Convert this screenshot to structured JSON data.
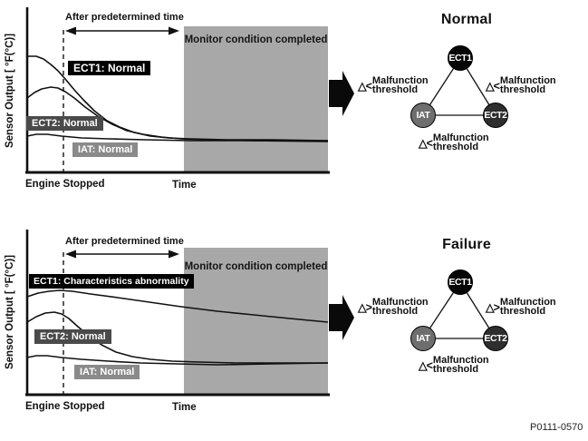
{
  "figure_id": "P0111-0570",
  "colors": {
    "monitor_region": "#a8a8a8",
    "line": "#111111",
    "ect1_node": "#060606",
    "iat_node": "#6e6e6e",
    "ect2_node": "#2e2e2e",
    "ect1_label_bg": "#000000",
    "ect2_label_bg": "#4a4a4a",
    "iat_label_bg": "#8a8a8a"
  },
  "top": {
    "graph": {
      "y_axis_label": "Sensor Output [ °F(°C)]",
      "after_time_label": "After predetermined time",
      "monitor_label": "Monitor condition completed",
      "curve_labels": {
        "ect1": "ECT1: Normal",
        "ect2": "ECT2: Normal",
        "iat": "IAT: Normal"
      },
      "x_labels": {
        "engine_stopped": "Engine Stopped",
        "time": "Time"
      },
      "curves": {
        "ect1": [
          [
            30,
            62
          ],
          [
            40,
            62
          ],
          [
            48,
            65
          ],
          [
            56,
            71
          ],
          [
            64,
            78
          ],
          [
            72,
            87
          ],
          [
            82,
            99
          ],
          [
            92,
            110
          ],
          [
            104,
            122
          ],
          [
            118,
            133
          ],
          [
            132,
            140
          ],
          [
            148,
            146
          ],
          [
            166,
            150
          ],
          [
            186,
            152
          ],
          [
            210,
            153
          ],
          [
            250,
            154
          ],
          [
            300,
            154
          ],
          [
            362,
            155
          ]
        ],
        "ect2": [
          [
            30,
            108
          ],
          [
            38,
            102
          ],
          [
            46,
            98
          ],
          [
            56,
            96
          ],
          [
            64,
            97
          ],
          [
            72,
            101
          ],
          [
            82,
            108
          ],
          [
            94,
            118
          ],
          [
            108,
            128
          ],
          [
            124,
            137
          ],
          [
            140,
            144
          ],
          [
            158,
            148
          ],
          [
            178,
            151
          ],
          [
            200,
            153
          ],
          [
            230,
            154
          ],
          [
            280,
            155
          ],
          [
            362,
            155
          ]
        ],
        "iat": [
          [
            30,
            150
          ],
          [
            40,
            148
          ],
          [
            52,
            148
          ],
          [
            68,
            150
          ],
          [
            90,
            152
          ],
          [
            120,
            153
          ],
          [
            160,
            154
          ],
          [
            210,
            155
          ],
          [
            270,
            155
          ],
          [
            362,
            156
          ]
        ]
      }
    },
    "diagram": {
      "title": "Normal",
      "nodes": {
        "ect1": "ECT1",
        "iat": "IAT",
        "ect2": "ECT2"
      },
      "thresholds": {
        "left": {
          "symbol": "△<",
          "line1": "Malfunction",
          "line2": "threshold"
        },
        "right": {
          "symbol": "△<",
          "line1": "Malfunction",
          "line2": "threshold"
        },
        "bottom": {
          "symbol": "△<",
          "line1": "Malfunction",
          "line2": "threshold"
        }
      }
    }
  },
  "bottom": {
    "graph": {
      "y_axis_label": "Sensor Output [ °F(°C)]",
      "after_time_label": "After predetermined time",
      "monitor_label": "Monitor condition completed",
      "curve_labels": {
        "ect1": "ECT1: Characteristics abnormality",
        "ect2": "ECT2: Normal",
        "iat": "IAT: Normal"
      },
      "x_labels": {
        "engine_stopped": "Engine Stopped",
        "time": "Time"
      },
      "curves": {
        "ect1": [
          [
            30,
            327
          ],
          [
            42,
            323
          ],
          [
            54,
            321
          ],
          [
            66,
            320
          ],
          [
            80,
            321
          ],
          [
            100,
            324
          ],
          [
            130,
            328
          ],
          [
            165,
            333
          ],
          [
            200,
            338
          ],
          [
            240,
            343
          ],
          [
            280,
            347
          ],
          [
            320,
            351
          ],
          [
            362,
            355
          ]
        ],
        "ect2": [
          [
            30,
            355
          ],
          [
            40,
            349
          ],
          [
            50,
            345
          ],
          [
            60,
            344
          ],
          [
            68,
            346
          ],
          [
            76,
            351
          ],
          [
            86,
            360
          ],
          [
            98,
            370
          ],
          [
            112,
            380
          ],
          [
            128,
            388
          ],
          [
            146,
            393
          ],
          [
            166,
            396
          ],
          [
            190,
            398
          ],
          [
            220,
            399
          ],
          [
            260,
            400
          ],
          [
            310,
            400
          ],
          [
            362,
            400
          ]
        ],
        "iat": [
          [
            30,
            394
          ],
          [
            40,
            392
          ],
          [
            52,
            392
          ],
          [
            68,
            394
          ],
          [
            90,
            396
          ],
          [
            120,
            398
          ],
          [
            155,
            400
          ],
          [
            195,
            401
          ],
          [
            240,
            402
          ],
          [
            300,
            401
          ],
          [
            362,
            400
          ]
        ]
      }
    },
    "diagram": {
      "title": "Failure",
      "nodes": {
        "ect1": "ECT1",
        "iat": "IAT",
        "ect2": "ECT2"
      },
      "thresholds": {
        "left": {
          "symbol": "△>",
          "line1": "Malfunction",
          "line2": "threshold"
        },
        "right": {
          "symbol": "△>",
          "line1": "Malfunction",
          "line2": "threshold"
        },
        "bottom": {
          "symbol": "△<",
          "line1": "Malfunction",
          "line2": "threshold"
        }
      }
    }
  },
  "chart_data": [
    {
      "type": "line",
      "title": "Normal sensor cool-down",
      "xlabel": "Time",
      "ylabel": "Sensor Output [ °F(°C)]",
      "annotations": [
        "Engine Stopped",
        "After predetermined time",
        "Monitor condition completed"
      ],
      "series": [
        {
          "name": "ECT1: Normal",
          "behavior": "starts high, decays to ambient asymptote"
        },
        {
          "name": "ECT2: Normal",
          "behavior": "small rise after engine stop, then decays to ambient"
        },
        {
          "name": "IAT: Normal",
          "behavior": "nearly flat at ambient"
        }
      ]
    },
    {
      "type": "line",
      "title": "Failure sensor cool-down",
      "xlabel": "Time",
      "ylabel": "Sensor Output [ °F(°C)]",
      "annotations": [
        "Engine Stopped",
        "After predetermined time",
        "Monitor condition completed"
      ],
      "series": [
        {
          "name": "ECT1: Characteristics abnormality",
          "behavior": "stays high, only slow linear decline"
        },
        {
          "name": "ECT2: Normal",
          "behavior": "small rise after engine stop, then decays to ambient"
        },
        {
          "name": "IAT: Normal",
          "behavior": "nearly flat at ambient"
        }
      ]
    }
  ]
}
